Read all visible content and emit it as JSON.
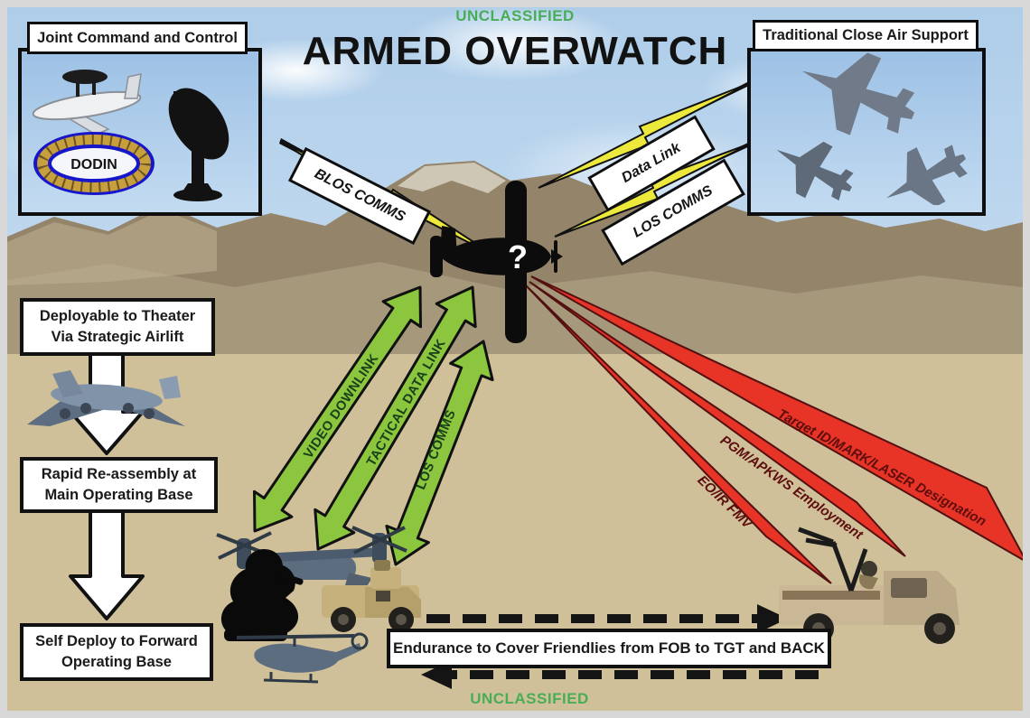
{
  "classification": {
    "top": "UNCLASSIFIED",
    "bottom": "UNCLASSIFIED"
  },
  "title": "ARMED OVERWATCH",
  "jcc_panel": {
    "label": "Joint Command and Control",
    "ring_label": "DODIN"
  },
  "cas_panel": {
    "label": "Traditional Close Air Support"
  },
  "aircraft": {
    "marking": "?"
  },
  "links": {
    "blos": "BLOS COMMS",
    "data_link": "Data Link",
    "los": "LOS COMMS"
  },
  "uplinks": [
    {
      "label": "VIDEO DOWNLINK"
    },
    {
      "label": "TACTICAL DATA LINK"
    },
    {
      "label": "LOS COMMS"
    }
  ],
  "effects": [
    {
      "label": "Target ID/MARK/LASER Designation"
    },
    {
      "label": "PGM/APKWS Employment"
    },
    {
      "label": "EO/IR FMV"
    }
  ],
  "deployment": [
    {
      "lines": [
        "Deployable to Theater",
        "Via Strategic Airlift"
      ]
    },
    {
      "lines": [
        "Rapid Re-assembly at",
        "Main Operating Base"
      ]
    },
    {
      "lines": [
        "Self Deploy to Forward",
        "Operating Base"
      ]
    }
  ],
  "endurance_label": "Endurance to Cover Friendlies from FOB to TGT and BACK",
  "colors": {
    "classification_green": "#49ad58",
    "bolt_yellow": "#ece93c",
    "uplink_green": "#8cc63e",
    "effect_red": "#e73427",
    "desert_tan": "#cfc099"
  }
}
